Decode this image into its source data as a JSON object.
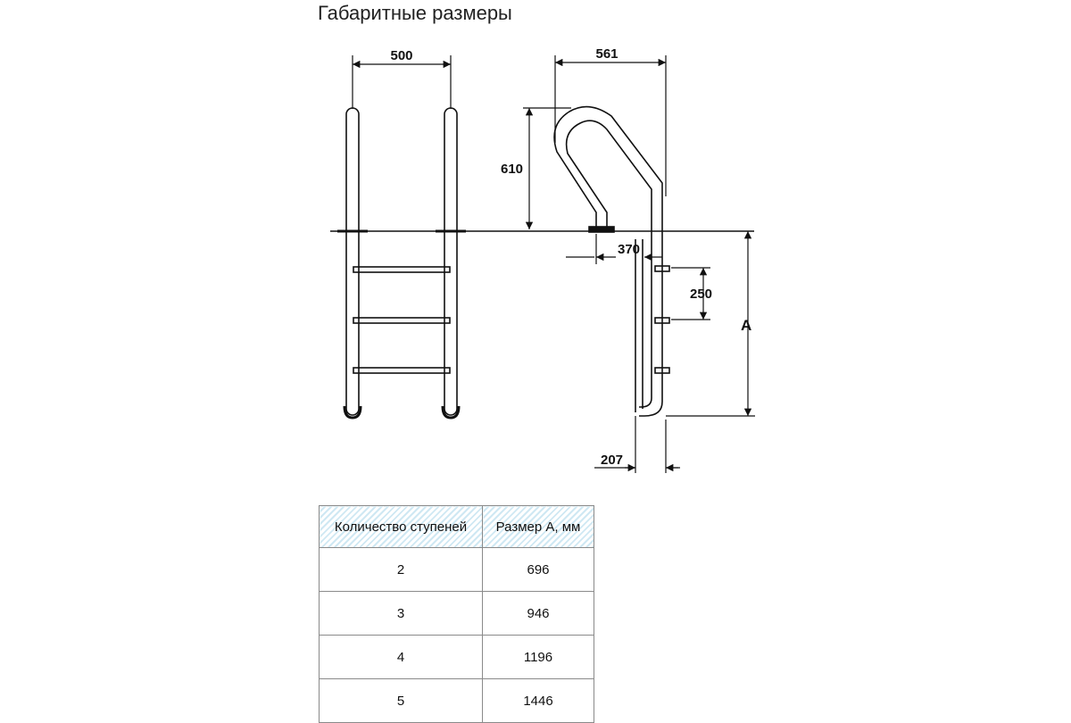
{
  "title": "Габаритные размеры",
  "dimensions": {
    "front_width": "500",
    "side_depth": "561",
    "handrail_height": "610",
    "anchor_offset": "370",
    "step_spacing": "250",
    "height_a": "A",
    "bottom_offset": "207"
  },
  "table": {
    "headers": [
      "Количество ступеней",
      "Размер А, мм"
    ],
    "rows": [
      [
        "2",
        "696"
      ],
      [
        "3",
        "946"
      ],
      [
        "4",
        "1196"
      ],
      [
        "5",
        "1446"
      ]
    ]
  }
}
